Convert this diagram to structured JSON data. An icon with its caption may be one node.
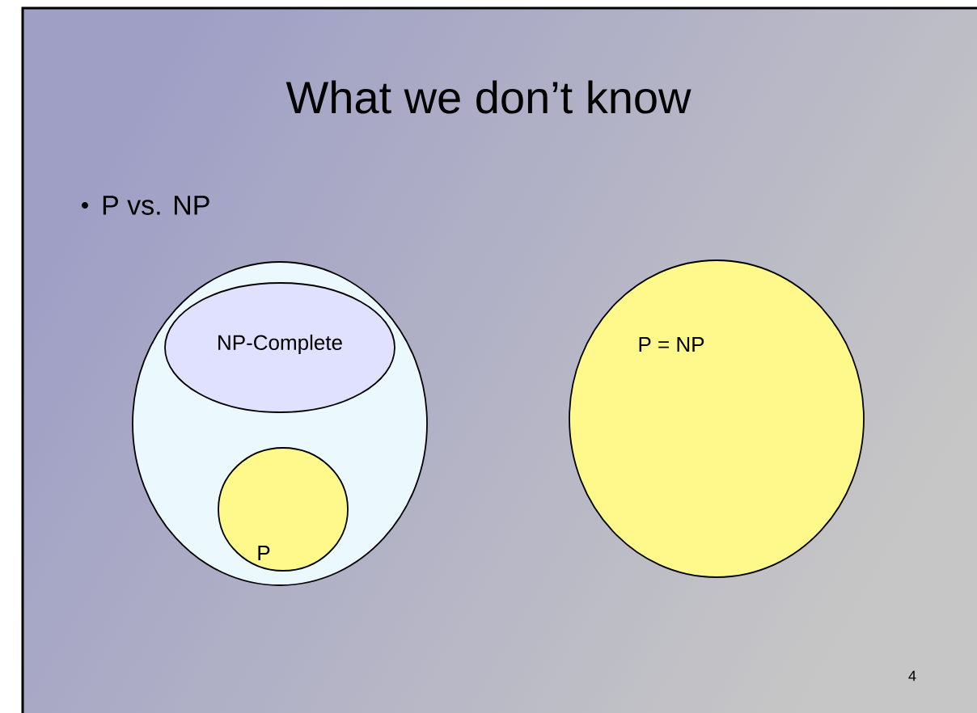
{
  "diagram": {
    "title": "What we don’t know",
    "nodes": [
      {
        "text": [],
        "shape": "circle"
      },
      {
        "text": [
          "NP-Complete"
        ],
        "in": 0
      },
      {
        "text": [
          "P"
        ],
        "in": 0
      },
      {
        "text": [
          "P = NP"
        ]
      }
    ],
    "labels": [
      "P vs. NP",
      "4"
    ]
  }
}
